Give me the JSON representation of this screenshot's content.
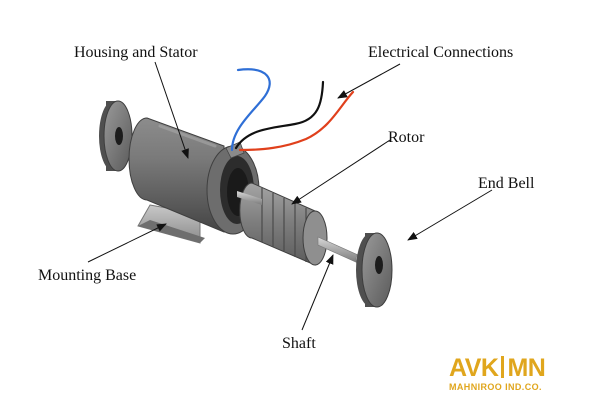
{
  "labels": {
    "housing_and_stator": "Housing and Stator",
    "electrical_connections": "Electrical Connections",
    "rotor": "Rotor",
    "end_bell": "End Bell",
    "mounting_base": "Mounting Base",
    "shaft": "Shaft"
  },
  "logo": {
    "mark_left": "AVK",
    "mark_right": "MN",
    "subtitle": "MAHNIROO IND.CO."
  },
  "colors": {
    "logo_gold": "#e0a61d",
    "wire_blue": "#2f6fd6",
    "wire_red": "#e0401c",
    "wire_black": "#111111",
    "arrow": "#111111",
    "metal_dark": "#5a5a5a",
    "metal_light": "#9a9a9a"
  }
}
